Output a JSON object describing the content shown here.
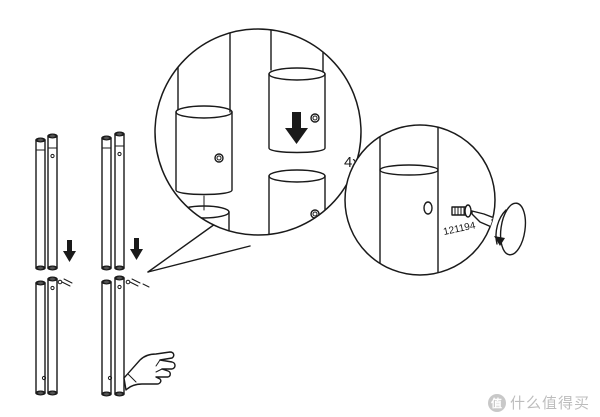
{
  "labels": {
    "quantity": "4x",
    "part_number": "121194"
  },
  "watermark": {
    "badge": "值",
    "text": "什么值得买"
  },
  "icons": {
    "arrow": "down-arrow-icon",
    "screwdriver": "screwdriver-icon",
    "rotate": "rotate-clockwise-icon",
    "hand": "pointing-hand-icon",
    "screw": "screw-icon"
  },
  "colors": {
    "ink": "#1a1a1a",
    "background": "#ffffff",
    "watermark": "#bdbdbd"
  }
}
